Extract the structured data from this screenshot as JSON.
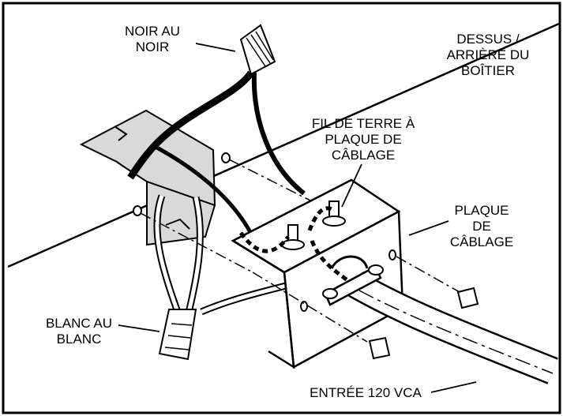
{
  "labels": {
    "noir_au_noir": [
      "NOIR AU",
      "NOIR"
    ],
    "dessus_arriere": [
      "DESSUS /",
      "ARRIÈRE DU",
      "BOÎTIER"
    ],
    "fil_de_terre": [
      "FIL DE TERRE À",
      "PLAQUE DE",
      "CÂBLAGE"
    ],
    "plaque_de_cablage": [
      "PLAQUE",
      "DE",
      "CÂBLAGE"
    ],
    "blanc_au_blanc": [
      "BLANC AU",
      "BLANC"
    ],
    "entree": "ENTRÉE 120 VCA"
  },
  "colors": {
    "ink": "#000000",
    "bracket_fill": "#d9d9d9",
    "paper": "#ffffff"
  }
}
